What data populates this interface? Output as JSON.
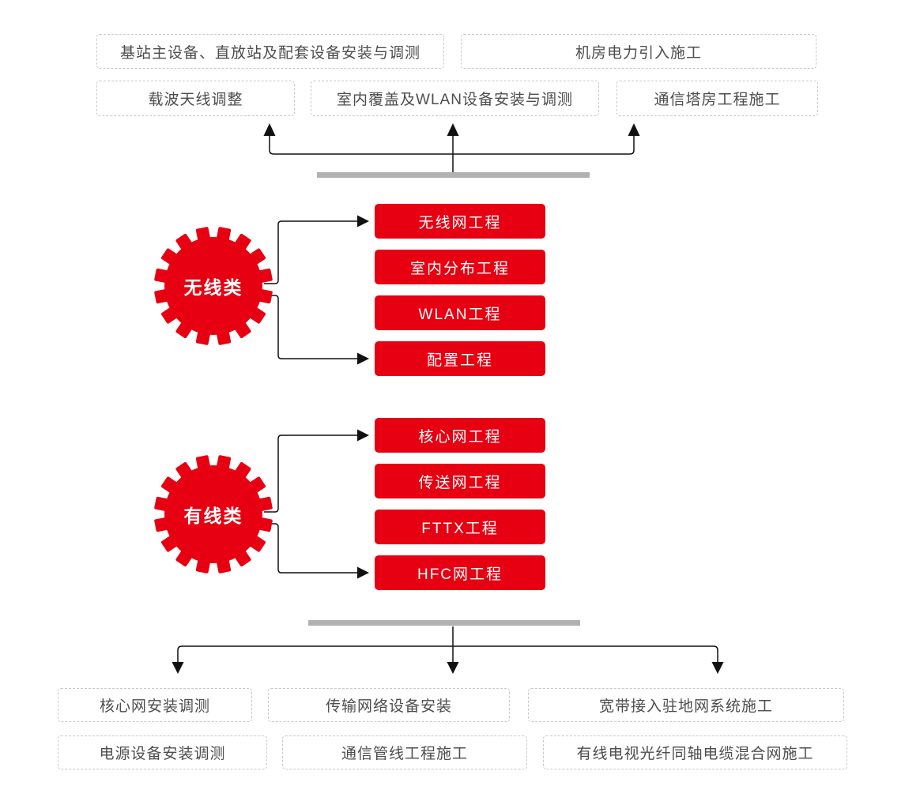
{
  "colors": {
    "red": "#e60012",
    "gray_bar": "#b0b1b2",
    "line": "#111111",
    "box_border": "#c9c9c9",
    "box_text": "#4d4d4d",
    "button_text": "#ffffff"
  },
  "top": {
    "row1": [
      "基站主设备、直放站及配套设备安装与调测",
      "机房电力引入施工"
    ],
    "row2": [
      "载波天线调整",
      "室内覆盖及WLAN设备安装与调测",
      "通信塔房工程施工"
    ]
  },
  "groups": [
    {
      "gear": "无线类",
      "items": [
        "无线网工程",
        "室内分布工程",
        "WLAN工程",
        "配置工程"
      ]
    },
    {
      "gear": "有线类",
      "items": [
        "核心网工程",
        "传送网工程",
        "FTTX工程",
        "HFC网工程"
      ]
    }
  ],
  "bottom": {
    "row1": [
      "核心网安装调测",
      "传输网络设备安装",
      "宽带接入驻地网系统施工"
    ],
    "row2": [
      "电源设备安装调测",
      "通信管线工程施工",
      "有线电视光纤同轴电缆混合网施工"
    ]
  }
}
